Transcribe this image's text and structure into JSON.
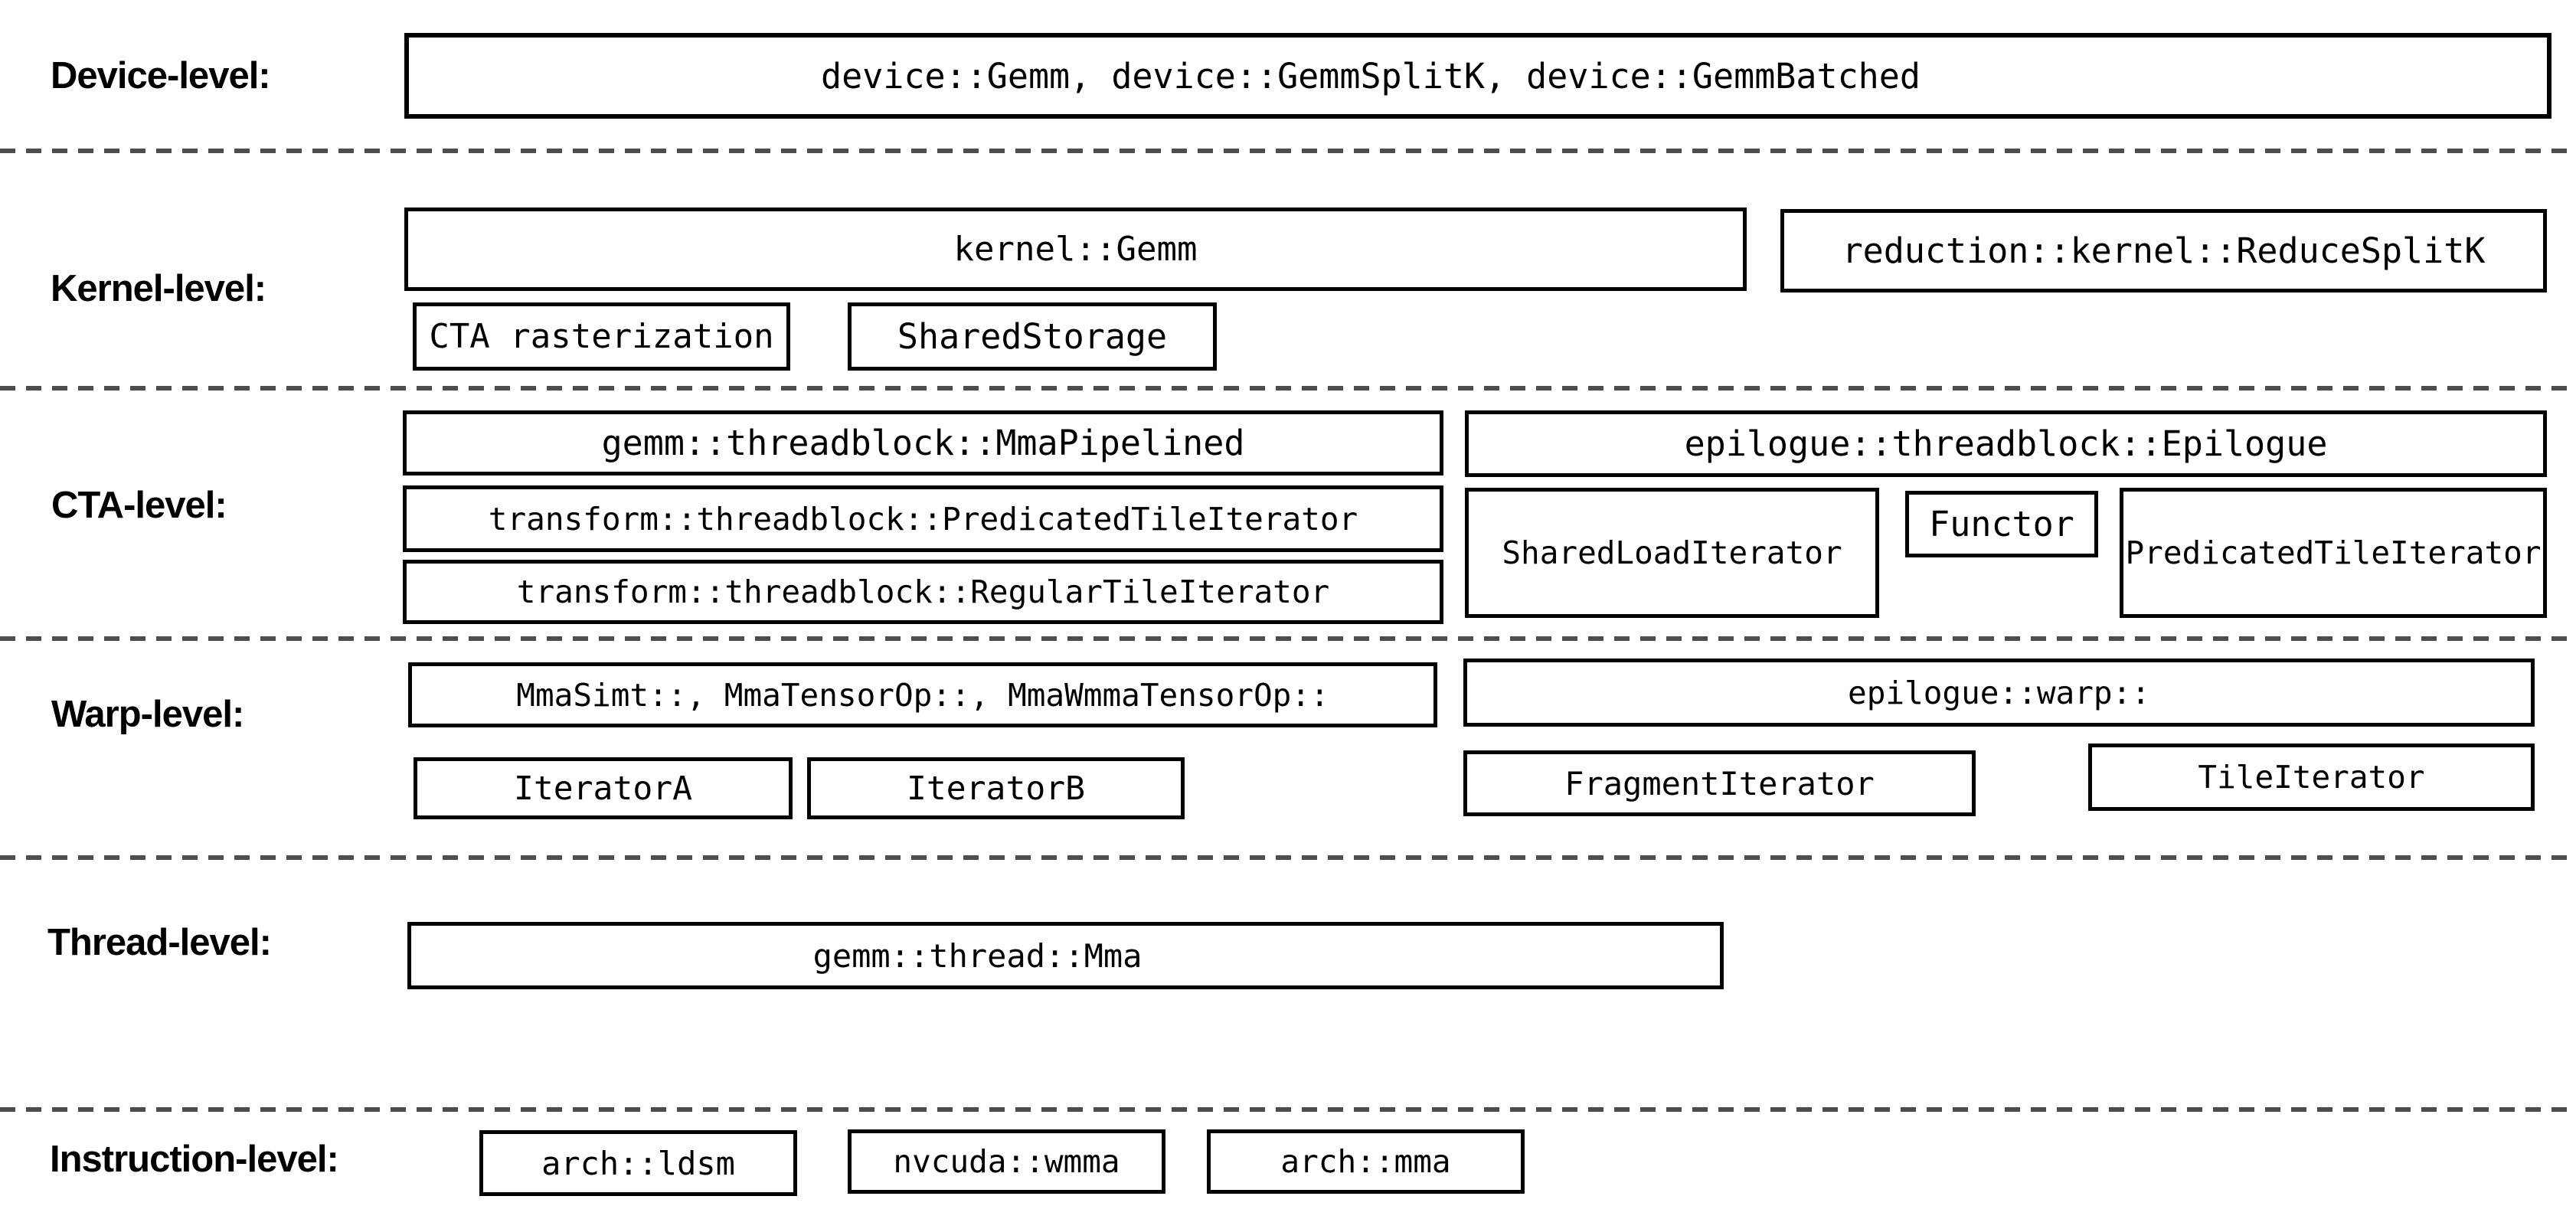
{
  "levels": [
    {
      "label": "Device-level:",
      "boxes": {
        "device_gemm": "device::Gemm, device::GemmSplitK, device::GemmBatched"
      }
    },
    {
      "label": "Kernel-level:",
      "boxes": {
        "kernel_gemm": "kernel::Gemm",
        "reduce_split_k": "reduction::kernel::ReduceSplitK",
        "cta_rasterization": "CTA rasterization",
        "shared_storage": "SharedStorage"
      }
    },
    {
      "label": "CTA-level:",
      "boxes": {
        "mma_pipelined": "gemm::threadblock::MmaPipelined",
        "predicated_tile_iterator": "transform::threadblock::PredicatedTileIterator",
        "regular_tile_iterator": "transform::threadblock::RegularTileIterator",
        "epilogue": "epilogue::threadblock::Epilogue",
        "shared_load_iterator": "SharedLoadIterator",
        "functor": "Functor",
        "epilogue_predicated_tile_iterator": "PredicatedTileIterator"
      }
    },
    {
      "label": "Warp-level:",
      "boxes": {
        "warp_mma": "MmaSimt::, MmaTensorOp::, MmaWmmaTensorOp::",
        "iterator_a": "IteratorA",
        "iterator_b": "IteratorB",
        "epilogue_warp": "epilogue::warp::",
        "fragment_iterator": "FragmentIterator",
        "tile_iterator": "TileIterator"
      }
    },
    {
      "label": "Thread-level:",
      "boxes": {
        "thread_mma": "gemm::thread::Mma"
      }
    },
    {
      "label": "Instruction-level:",
      "boxes": {
        "arch_ldsm": "arch::ldsm",
        "nvcuda_wmma": "nvcuda::wmma",
        "arch_mma": "arch::mma"
      }
    }
  ],
  "colors": {
    "box_border": "#000000",
    "text": "#000000",
    "divider": "#4d4d4d",
    "background": "#ffffff"
  }
}
